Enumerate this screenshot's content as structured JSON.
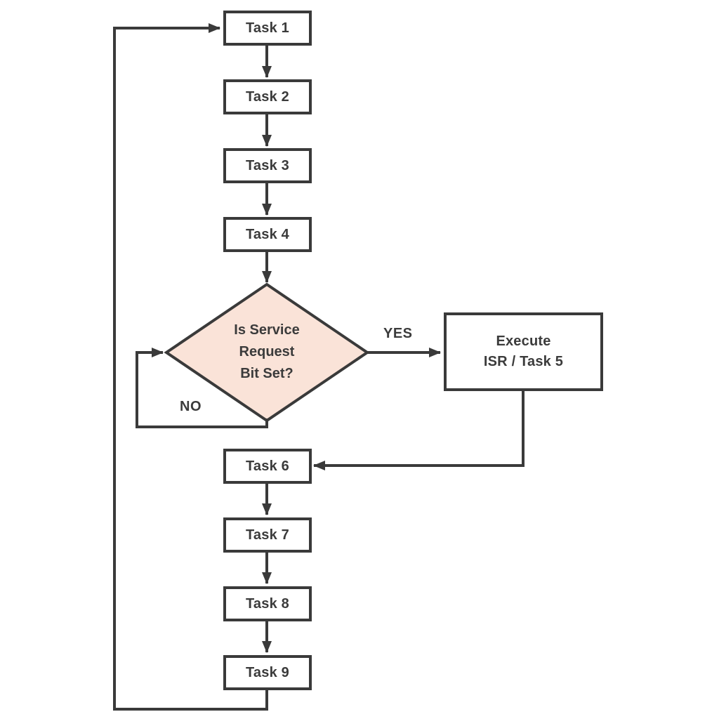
{
  "diagram": {
    "type": "flowchart",
    "colors": {
      "line": "#3a3a3a",
      "text": "#3b3b3b",
      "decision_fill": "#fae3d8",
      "node_fill": "#ffffff",
      "background": "#ffffff"
    },
    "nodes": {
      "task1": {
        "label": "Task 1"
      },
      "task2": {
        "label": "Task 2"
      },
      "task3": {
        "label": "Task 3"
      },
      "task4": {
        "label": "Task 4"
      },
      "decision": {
        "label": "Is Service Request Bit Set?",
        "line1": "Is Service",
        "line2": "Request",
        "line3": "Bit Set?"
      },
      "isr": {
        "label": "Execute ISR / Task 5",
        "line1": "Execute",
        "line2": "ISR / Task 5"
      },
      "task6": {
        "label": "Task 6"
      },
      "task7": {
        "label": "Task 7"
      },
      "task8": {
        "label": "Task 8"
      },
      "task9": {
        "label": "Task 9"
      }
    },
    "edge_labels": {
      "yes": "YES",
      "no": "NO"
    },
    "edges": [
      {
        "from": "task1",
        "to": "task2"
      },
      {
        "from": "task2",
        "to": "task3"
      },
      {
        "from": "task3",
        "to": "task4"
      },
      {
        "from": "task4",
        "to": "decision"
      },
      {
        "from": "decision",
        "to": "isr",
        "label": "YES"
      },
      {
        "from": "decision",
        "to": "decision",
        "label": "NO"
      },
      {
        "from": "isr",
        "to": "task6"
      },
      {
        "from": "task6",
        "to": "task7"
      },
      {
        "from": "task7",
        "to": "task8"
      },
      {
        "from": "task8",
        "to": "task9"
      },
      {
        "from": "task9",
        "to": "task1"
      }
    ]
  }
}
